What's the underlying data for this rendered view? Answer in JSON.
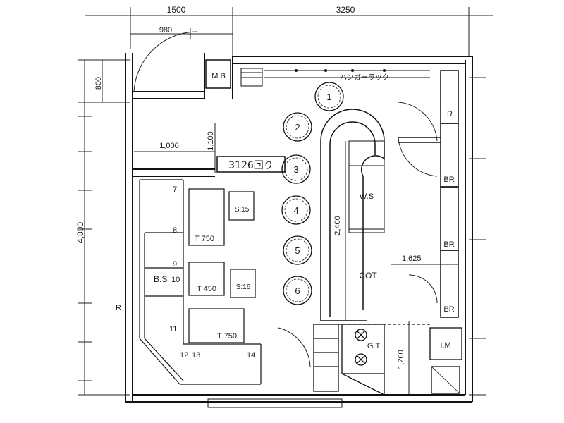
{
  "dimensions": {
    "top_left": "1500",
    "top_right": "3250",
    "top_sub": "980",
    "left_top": "800",
    "left_main": "4,800",
    "inner_width": "1,000",
    "inner_height": "1,100",
    "counter_length": "2,400",
    "right_run": "1,625",
    "right_lower": "1,200"
  },
  "labels": {
    "mb": "M.B",
    "hanger": "ハンガーラック",
    "handwritten_note": "3126回り",
    "t750_top": "T 750",
    "t450": "T 450",
    "t750_bottom": "T 750",
    "s15": "S:15",
    "s16": "S:16",
    "bs": "B.S",
    "ws": "W.S",
    "cot": "COT",
    "im": "I.M",
    "gt": "G.T",
    "r_top": "R",
    "r_left": "R",
    "br1": "BR",
    "br2": "BR",
    "br3": "BR"
  },
  "seat_numbers": [
    "7",
    "8",
    "9",
    "10",
    "11",
    "12",
    "13",
    "14"
  ],
  "stools": [
    "1",
    "2",
    "3",
    "4",
    "5",
    "6"
  ]
}
